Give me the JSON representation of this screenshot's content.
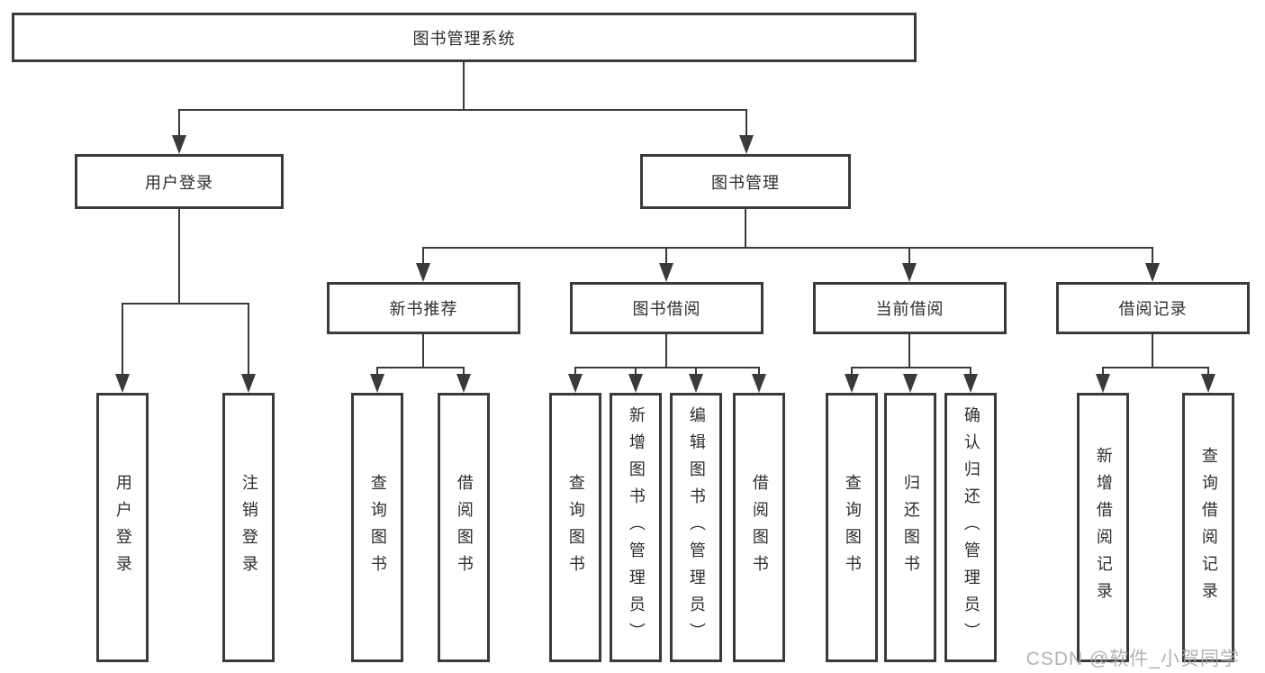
{
  "diagram": {
    "title": "图书管理系统",
    "level2": [
      {
        "label": "用户登录"
      },
      {
        "label": "图书管理"
      }
    ],
    "level3": [
      {
        "label": "新书推荐"
      },
      {
        "label": "图书借阅"
      },
      {
        "label": "当前借阅"
      },
      {
        "label": "借阅记录"
      }
    ],
    "leaves": [
      {
        "label": "用户登录"
      },
      {
        "label": "注销登录"
      },
      {
        "label": "查询图书"
      },
      {
        "label": "借阅图书"
      },
      {
        "label": "查询图书"
      },
      {
        "label": "新增图书（管理员）"
      },
      {
        "label": "编辑图书（管理员）"
      },
      {
        "label": "借阅图书"
      },
      {
        "label": "查询图书"
      },
      {
        "label": "归还图书"
      },
      {
        "label": "确认归还（管理员）"
      },
      {
        "label": "新增借阅记录"
      },
      {
        "label": "查询借阅记录"
      }
    ]
  },
  "watermark": {
    "text": "CSDN @软件_小贺同学"
  },
  "colors": {
    "line": "#3a3a3a",
    "text": "#2d2d2d",
    "background": "#ffffff",
    "watermark": "#a4a4a4"
  }
}
